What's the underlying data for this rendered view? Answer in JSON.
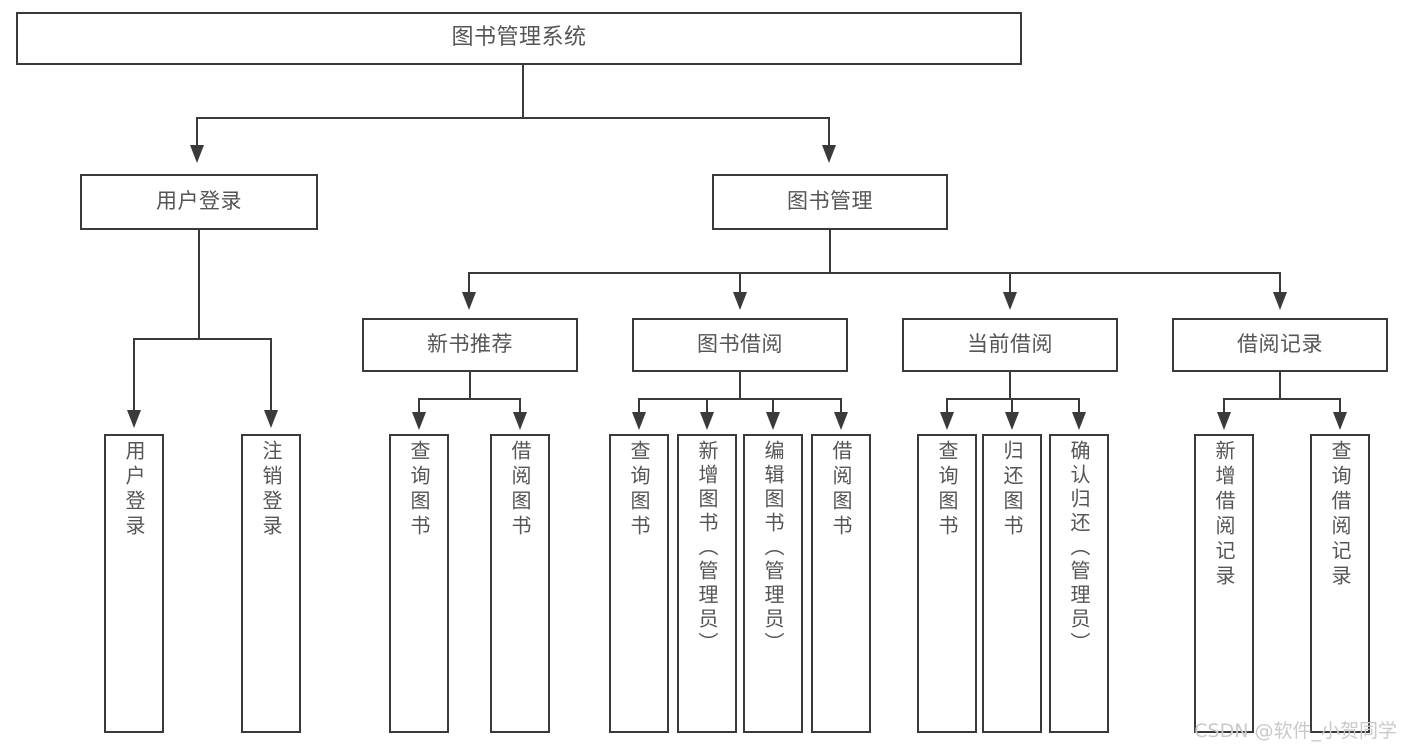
{
  "diagram": {
    "title": "图书管理系统",
    "watermark": "CSDN @软件_小贺同学",
    "nodes": {
      "root": "图书管理系统",
      "user_login": "用户登录",
      "book_manage": "图书管理",
      "new_book_rec": "新书推荐",
      "book_borrow": "图书借阅",
      "current_borrow": "当前借阅",
      "borrow_record": "借阅记录",
      "leaf_user_login": "用户登录",
      "leaf_user_logout": "注销登录",
      "leaf_query_book_1": "查询图书",
      "leaf_borrow_book_1": "借阅图书",
      "leaf_query_book_2": "查询图书",
      "leaf_add_book_admin": "新增图书（管理员）",
      "leaf_edit_book_admin": "编辑图书（管理员）",
      "leaf_borrow_book_2": "借阅图书",
      "leaf_query_book_3": "查询图书",
      "leaf_return_book": "归还图书",
      "leaf_confirm_return_admin": "确认归还（管理员）",
      "leaf_add_record": "新增借阅记录",
      "leaf_query_record": "查询借阅记录"
    }
  },
  "chart_data": {
    "type": "tree-diagram",
    "title": "图书管理系统 功能结构图",
    "orientation": "top-down",
    "levels": 4,
    "tree": {
      "label": "图书管理系统",
      "children": [
        {
          "label": "用户登录",
          "children": [
            {
              "label": "用户登录",
              "children": []
            },
            {
              "label": "注销登录",
              "children": []
            }
          ]
        },
        {
          "label": "图书管理",
          "children": [
            {
              "label": "新书推荐",
              "children": [
                {
                  "label": "查询图书",
                  "children": []
                },
                {
                  "label": "借阅图书",
                  "children": []
                }
              ]
            },
            {
              "label": "图书借阅",
              "children": [
                {
                  "label": "查询图书",
                  "children": []
                },
                {
                  "label": "新增图书（管理员）",
                  "children": []
                },
                {
                  "label": "编辑图书（管理员）",
                  "children": []
                },
                {
                  "label": "借阅图书",
                  "children": []
                }
              ]
            },
            {
              "label": "当前借阅",
              "children": [
                {
                  "label": "查询图书",
                  "children": []
                },
                {
                  "label": "归还图书",
                  "children": []
                },
                {
                  "label": "确认归还（管理员）",
                  "children": []
                }
              ]
            },
            {
              "label": "借阅记录",
              "children": [
                {
                  "label": "新增借阅记录",
                  "children": []
                },
                {
                  "label": "查询借阅记录",
                  "children": []
                }
              ]
            }
          ]
        }
      ]
    },
    "colors": {
      "box_border": "#3a3a3a",
      "box_fill": "#ffffff",
      "text": "#555555",
      "connector": "#3a3a3a",
      "watermark": "#c9c9c9",
      "background": "#ffffff"
    }
  }
}
